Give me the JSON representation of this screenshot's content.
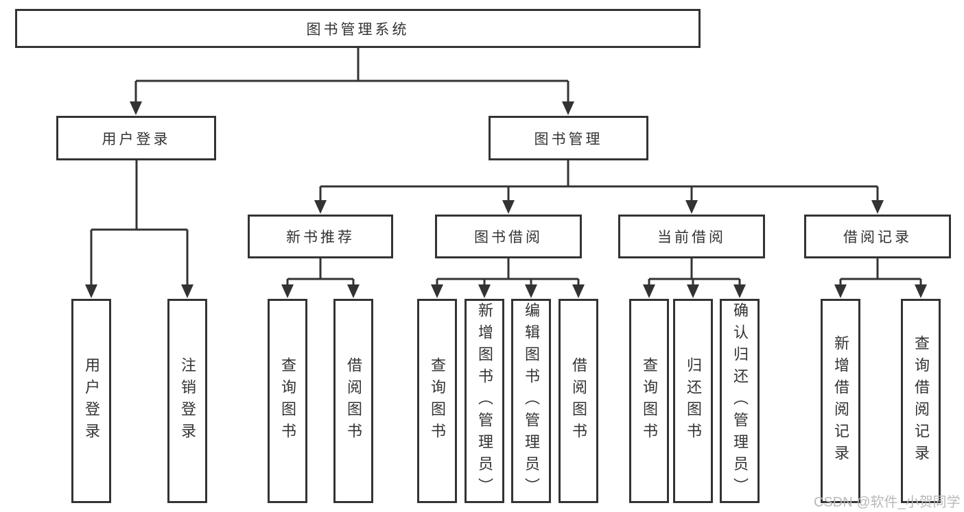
{
  "colors": {
    "line": "#333333",
    "node_border": "#333333",
    "text": "#333333",
    "background": "#ffffff",
    "watermark": "#b9b9b9"
  },
  "watermark": {
    "text": "CSDN @软件_小贺同学"
  },
  "tree": {
    "label": "图书管理系统",
    "children": [
      {
        "label": "用户登录",
        "children": [
          {
            "label": "用户登录"
          },
          {
            "label": "注销登录"
          }
        ]
      },
      {
        "label": "图书管理",
        "children": [
          {
            "label": "新书推荐",
            "children": [
              {
                "label": "查询图书"
              },
              {
                "label": "借阅图书"
              }
            ]
          },
          {
            "label": "图书借阅",
            "children": [
              {
                "label": "查询图书"
              },
              {
                "label": "新增图书（管理员）"
              },
              {
                "label": "编辑图书（管理员）"
              },
              {
                "label": "借阅图书"
              }
            ]
          },
          {
            "label": "当前借阅",
            "children": [
              {
                "label": "查询图书"
              },
              {
                "label": "归还图书"
              },
              {
                "label": "确认归还（管理员）"
              }
            ]
          },
          {
            "label": "借阅记录",
            "children": [
              {
                "label": "新增借阅记录"
              },
              {
                "label": "查询借阅记录"
              }
            ]
          }
        ]
      }
    ]
  }
}
